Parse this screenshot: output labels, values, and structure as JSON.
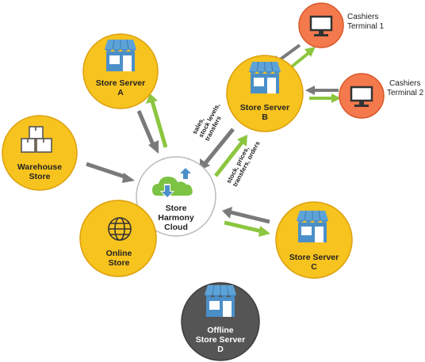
{
  "colors": {
    "node_fill": "#f7c31f",
    "node_stroke": "#dda00c",
    "offline_fill": "#555555",
    "offline_stroke": "#3e3e3e",
    "terminal_fill": "#f47a4d",
    "terminal_stroke": "#d9582a",
    "cloud_fill": "#ffffff",
    "cloud_stroke": "#bbbbbb",
    "arrow_grey": "#7a7a7a",
    "arrow_green": "#8cc63f",
    "shop_blue": "#4b8fc9",
    "shop_roof": "#5ea3d8",
    "cloud_green": "#7cc243"
  },
  "nodes": {
    "store_a": {
      "line1": "Store Server",
      "line2": "A",
      "icon": "shop-icon"
    },
    "store_b": {
      "line1": "Store Server",
      "line2": "B",
      "icon": "shop-icon"
    },
    "store_c": {
      "line1": "Store Server",
      "line2": "C",
      "icon": "shop-icon"
    },
    "store_d": {
      "line1": "Offline",
      "line2": "Store Server",
      "line3": "D",
      "icon": "shop-icon"
    },
    "warehouse": {
      "line1": "Warehouse",
      "line2": "Store",
      "icon": "boxes-icon"
    },
    "online": {
      "line1": "Online",
      "line2": "Store",
      "icon": "globe-icon"
    },
    "cloud": {
      "line1": "Store",
      "line2": "Harmony",
      "line3": "Cloud",
      "icon": "cloud-sync-icon"
    }
  },
  "terminals": {
    "t1": {
      "line1": "Cashiers",
      "line2": "Terminal 1",
      "icon": "monitor-icon"
    },
    "t2": {
      "line1": "Cashiers",
      "line2": "Terminal 2",
      "icon": "monitor-icon"
    }
  },
  "edge_labels": {
    "upstream": [
      "sales,",
      "stock levels,",
      "transfers"
    ],
    "downstream": [
      "stock, prices,",
      "transfers, orders"
    ]
  }
}
